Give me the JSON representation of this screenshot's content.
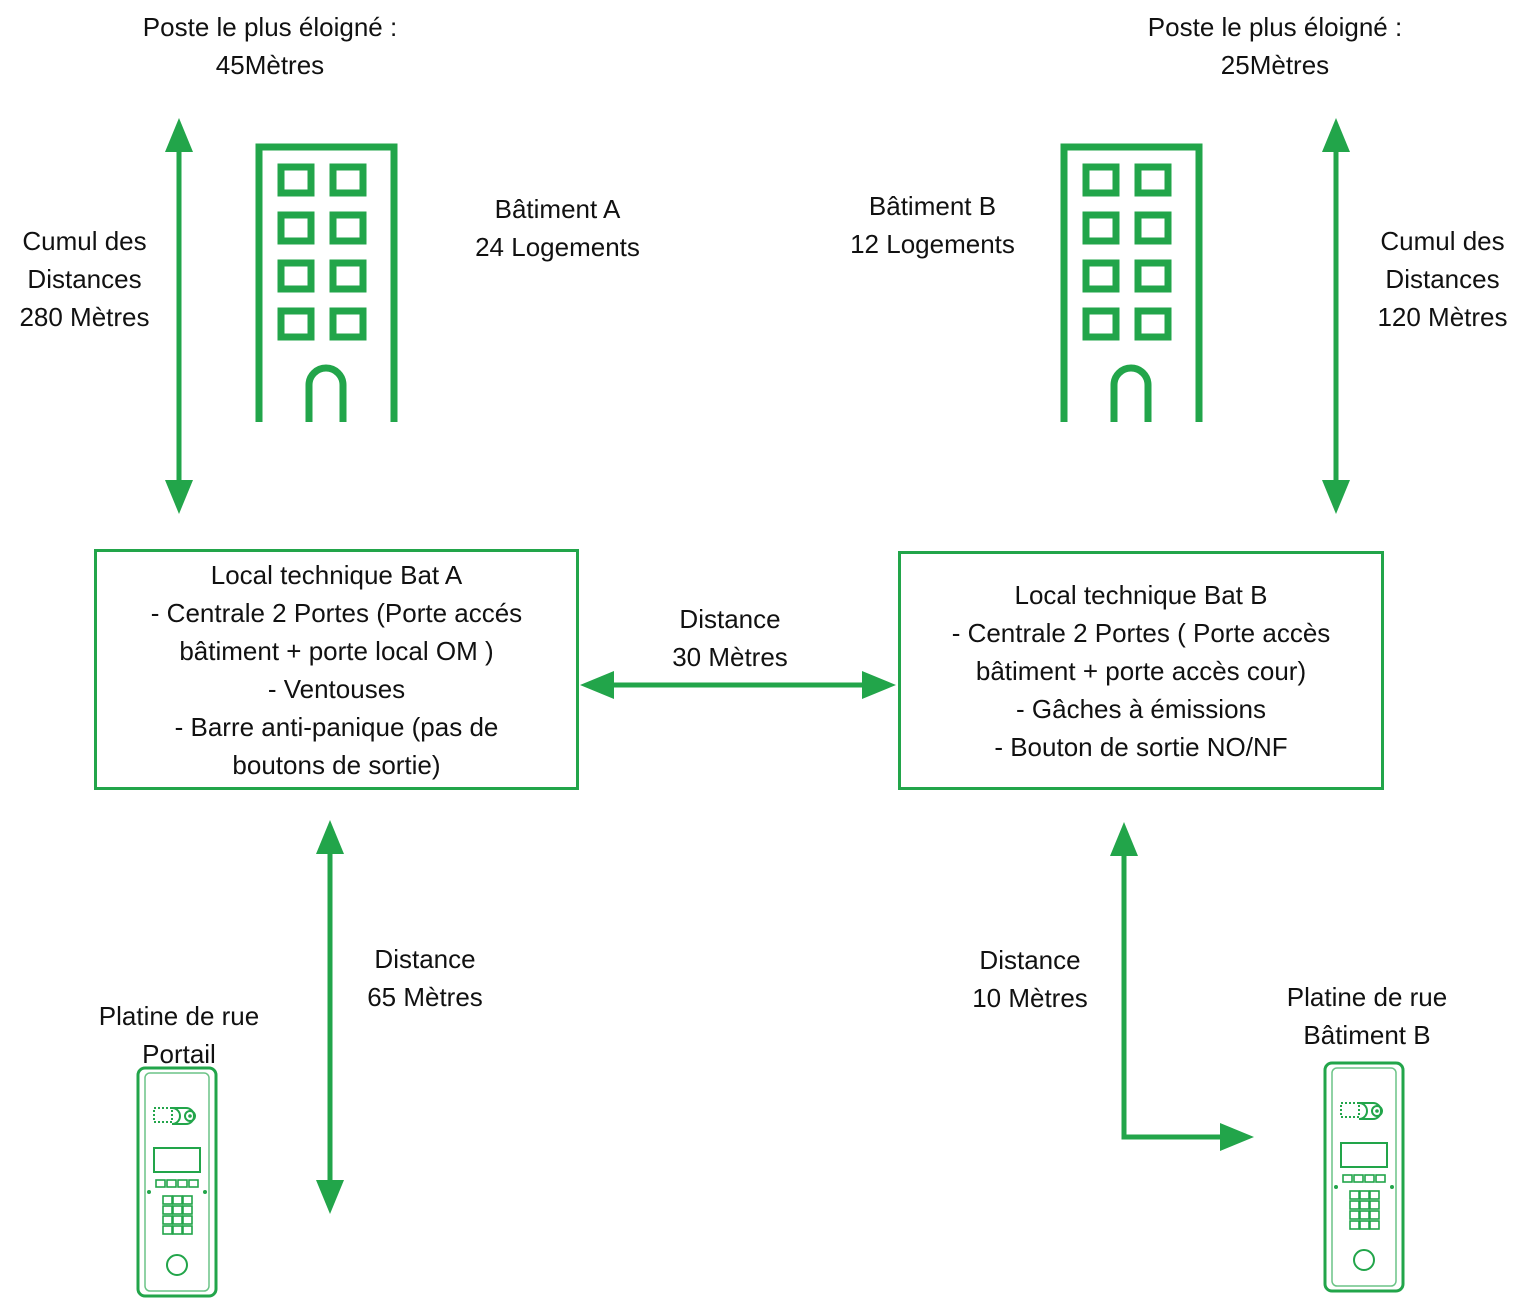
{
  "accent_color": "#22a54a",
  "building_a": {
    "remote_post": [
      "Poste le plus éloigné :",
      "45Mètres"
    ],
    "cumul": [
      "Cumul des",
      "Distances",
      "280 Mètres"
    ],
    "name": [
      "Bâtiment A",
      "24 Logements"
    ],
    "icon": "building-icon"
  },
  "building_b": {
    "remote_post": [
      "Poste le plus éloigné :",
      "25Mètres"
    ],
    "cumul": [
      "Cumul des",
      "Distances",
      "120 Mètres"
    ],
    "name": [
      "Bâtiment B",
      "12 Logements"
    ],
    "icon": "building-icon"
  },
  "local_a": {
    "lines": [
      "Local technique Bat A",
      "- Centrale 2 Portes (Porte accés",
      "bâtiment + porte local OM )",
      "- Ventouses",
      "- Barre anti-panique (pas de",
      "boutons de sortie)"
    ]
  },
  "local_b": {
    "lines": [
      "Local technique Bat B",
      "- Centrale 2 Portes ( Porte accès",
      "bâtiment + porte accès cour)",
      "- Gâches à émissions",
      "- Bouton de sortie NO/NF"
    ]
  },
  "link_ab": [
    "Distance",
    "30 Mètres"
  ],
  "link_portail": [
    "Distance",
    "65 Mètres"
  ],
  "link_platine_b": [
    "Distance",
    "10 Mètres"
  ],
  "platine_portail": {
    "label": [
      "Platine de rue",
      "Portail"
    ],
    "icon": "intercom-panel-icon"
  },
  "platine_b": {
    "label": [
      "Platine de rue",
      "Bâtiment B"
    ],
    "icon": "intercom-panel-icon"
  }
}
